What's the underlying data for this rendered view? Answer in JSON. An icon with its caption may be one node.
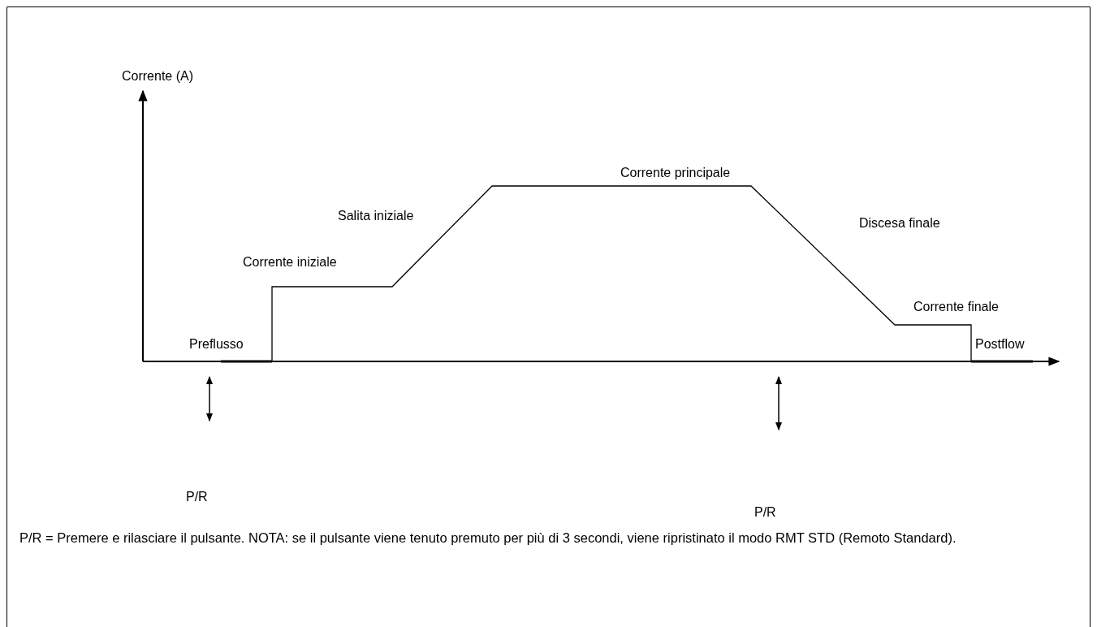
{
  "diagram": {
    "labels": [
      "Corrente (A)",
      "Corrente principale",
      "Salita iniziale",
      "Discesa finale",
      "Corrente iniziale",
      "Corrente finale",
      "Preflusso",
      "Postflow",
      "P/R",
      "P/R",
      "P/R = Premere e rilasciare il pulsante. NOTA: se il pulsante viene tenuto premuto per più di 3 secondi, viene ripristinato il modo RMT STD (Remoto Standard)."
    ]
  }
}
